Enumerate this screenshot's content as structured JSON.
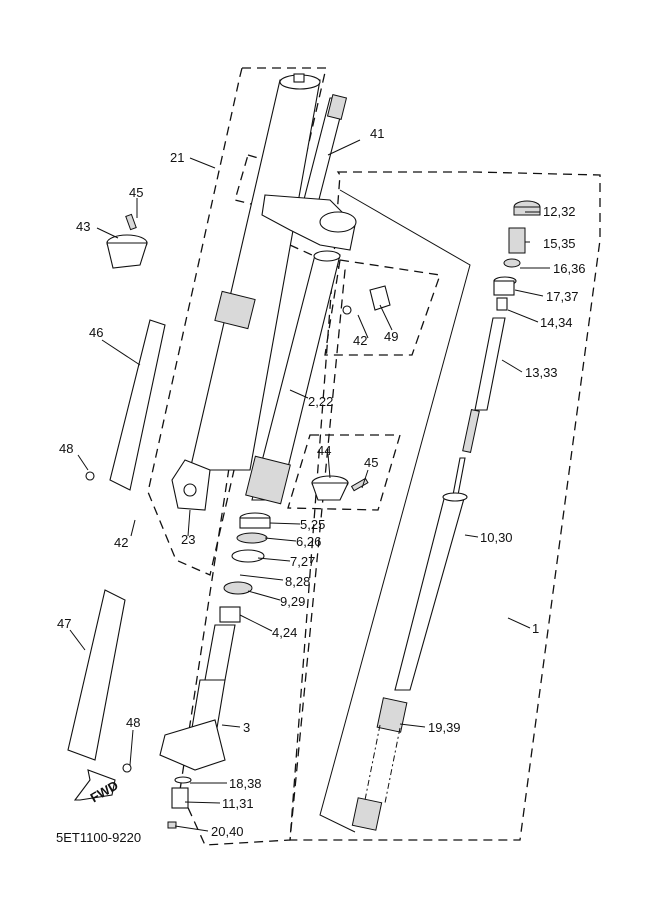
{
  "diagram": {
    "title": "Front Fork Exploded Parts Diagram",
    "drawing_code": "5ET1100-9220",
    "fwd_marker": "FWD",
    "callouts": [
      {
        "id": "c1",
        "text": "1"
      },
      {
        "id": "c2",
        "text": "2,22"
      },
      {
        "id": "c3",
        "text": "3"
      },
      {
        "id": "c4",
        "text": "4,24"
      },
      {
        "id": "c5",
        "text": "5,25"
      },
      {
        "id": "c6",
        "text": "6,26"
      },
      {
        "id": "c7",
        "text": "7,27"
      },
      {
        "id": "c8",
        "text": "8,28"
      },
      {
        "id": "c9",
        "text": "9,29"
      },
      {
        "id": "c10",
        "text": "10,30"
      },
      {
        "id": "c11",
        "text": "11,31"
      },
      {
        "id": "c12",
        "text": "12,32"
      },
      {
        "id": "c13",
        "text": "13,33"
      },
      {
        "id": "c14",
        "text": "14,34"
      },
      {
        "id": "c15",
        "text": "15,35"
      },
      {
        "id": "c16",
        "text": "16,36"
      },
      {
        "id": "c17",
        "text": "17,37"
      },
      {
        "id": "c18",
        "text": "18,38"
      },
      {
        "id": "c19",
        "text": "19,39"
      },
      {
        "id": "c20",
        "text": "20,40"
      },
      {
        "id": "c21",
        "text": "21"
      },
      {
        "id": "c23",
        "text": "23"
      },
      {
        "id": "c41",
        "text": "41"
      },
      {
        "id": "c42a",
        "text": "42"
      },
      {
        "id": "c42b",
        "text": "42"
      },
      {
        "id": "c43",
        "text": "43"
      },
      {
        "id": "c44",
        "text": "44"
      },
      {
        "id": "c45a",
        "text": "45"
      },
      {
        "id": "c45b",
        "text": "45"
      },
      {
        "id": "c46",
        "text": "46"
      },
      {
        "id": "c47",
        "text": "47"
      },
      {
        "id": "c48a",
        "text": "48"
      },
      {
        "id": "c48b",
        "text": "48"
      },
      {
        "id": "c49",
        "text": "49"
      }
    ]
  }
}
